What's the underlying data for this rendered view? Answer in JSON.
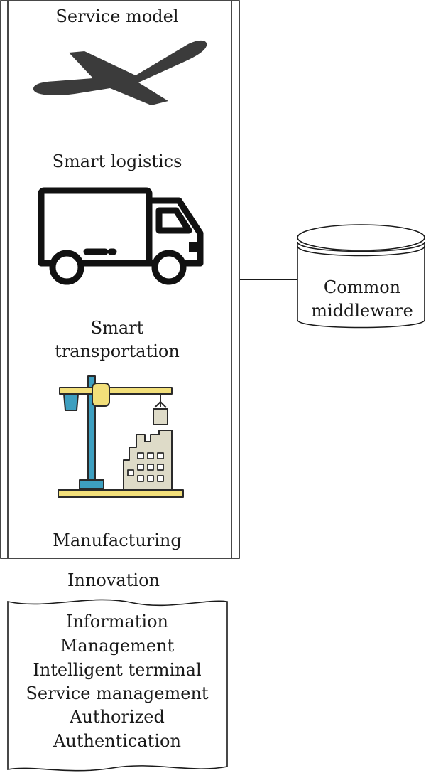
{
  "service_panel": {
    "title": "Service model",
    "items": [
      {
        "label": "Smart logistics",
        "icon": "airplane-icon"
      },
      {
        "label_lines": [
          "Smart",
          "transportation"
        ],
        "icon": "truck-icon"
      },
      {
        "label": "Manufacturing",
        "icon": "crane-building-icon"
      }
    ]
  },
  "database": {
    "label_lines": [
      "Common",
      "middleware"
    ],
    "icon": "database-cylinder-icon"
  },
  "innovation": {
    "title": "Innovation",
    "document_lines": [
      "Information",
      "Management",
      "Intelligent terminal",
      "Service management",
      "Authorized",
      "Authentication"
    ]
  },
  "colors": {
    "line": "#1a1a1a",
    "icon_dark": "#3b3b3b",
    "crane_blue": "#3d9fc0",
    "crane_yellow": "#f2df7a",
    "building_beige": "#dedbc8"
  }
}
